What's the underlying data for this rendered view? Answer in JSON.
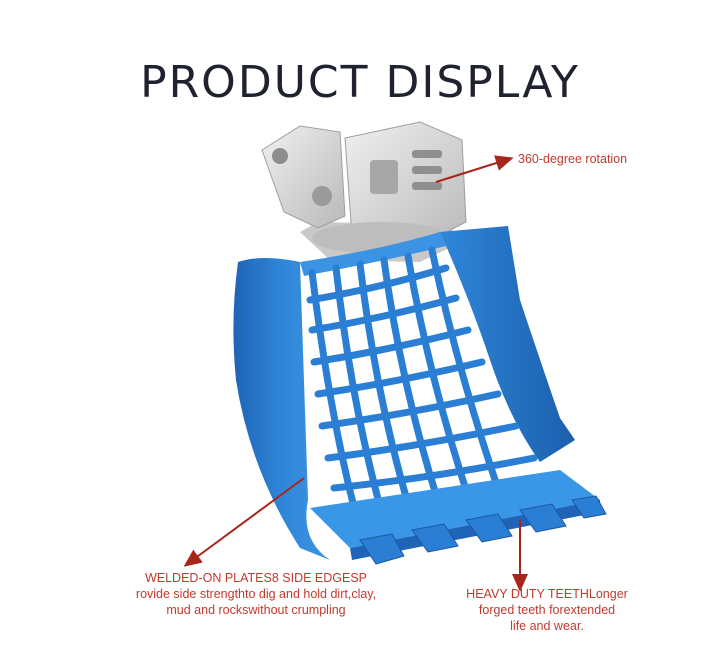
{
  "page_title": "PRODUCT DISPLAY",
  "callouts": {
    "rotation": "360-degree rotation",
    "plates": [
      "WELDED-ON PLATES8 SIDE EDGESP",
      "rovide side strengthto dig and hold dirt,clay,",
      "mud and rockswithout crumpling"
    ],
    "teeth": [
      "HEAVY DUTY TEETHLonger",
      "forged teeth forextended",
      "life and wear."
    ]
  },
  "colors": {
    "title": "#1f2330",
    "callout_text": "#c23a2e",
    "arrow": "#a8251b",
    "bucket_blue": "#2f86d8",
    "bucket_blue_dark": "#1f64b6",
    "rotator_grey": "#d8d8d8"
  },
  "icons": {
    "arrow": "arrow-pointer"
  }
}
